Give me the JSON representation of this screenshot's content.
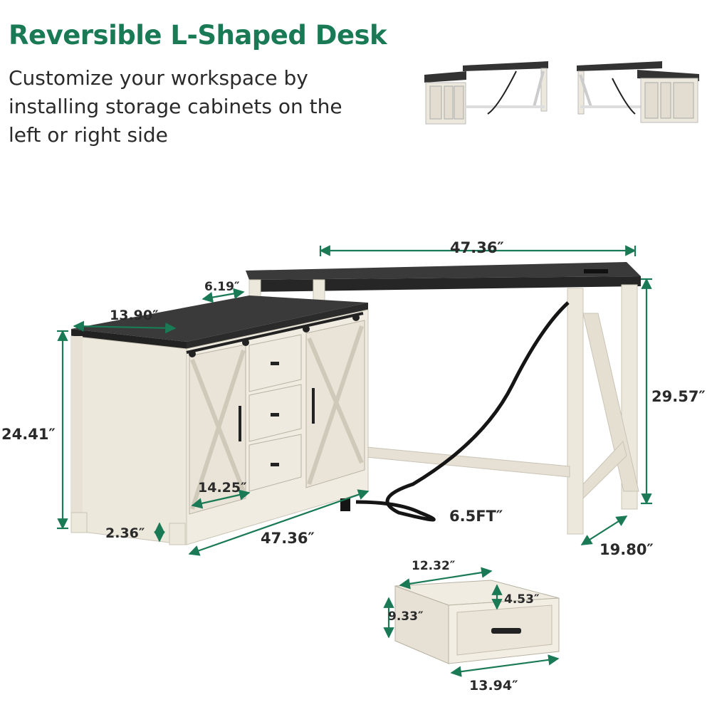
{
  "heading": {
    "title": "Reversible L-Shaped Desk",
    "subtitle": "Customize your workspace by installing storage cabinets on the left or right side"
  },
  "dimensions": {
    "desk_top_length": "47.36″",
    "riser_depth": "6.19″",
    "cabinet_depth": "13.90″",
    "desk_height": "29.57″",
    "cabinet_height": "24.41″",
    "inner_shelf_width": "14.25″",
    "leg_clearance": "2.36″",
    "cabinet_length": "47.36″",
    "cord_length": "6.5FT″",
    "desk_depth": "19.80″",
    "drawer_inner_width": "12.32″",
    "drawer_height": "4.53″",
    "drawer_depth": "9.33″",
    "drawer_width": "13.94″"
  },
  "colors": {
    "accent": "#1a7a55",
    "desk_top": "#2e2e2e",
    "cabinet": "#ece8dc"
  }
}
